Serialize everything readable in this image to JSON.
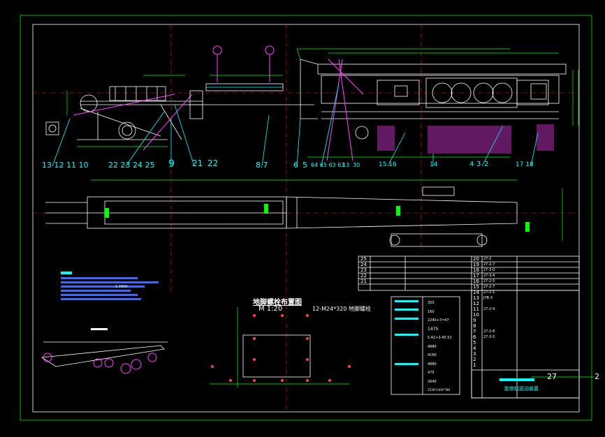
{
  "drawing": {
    "top_labels": [
      "13",
      "12",
      "11",
      "10",
      "22",
      "23",
      "24",
      "25",
      "9",
      "21",
      "22",
      "8",
      "7",
      "6",
      "5",
      "64",
      "65",
      "63",
      "63",
      "13",
      "30",
      "15",
      "16",
      "14",
      "4",
      "3",
      "2",
      "17",
      "18"
    ],
    "top_label_groups": [
      "13 12 11 10",
      "22 23 24 25",
      "9",
      "21",
      "22",
      "8.7",
      "6",
      "5",
      "64 65 63 63",
      "13",
      "30",
      "15 16",
      "14",
      "4",
      "3",
      "2",
      "17 18"
    ],
    "anchor_title": "地脚螺栓布置图",
    "anchor_scale": "M 1:20",
    "anchor_spec": "12-M24*320 地脚螺栓",
    "callout_27": "27",
    "callout_2": "2",
    "title_block_name": "胶带机驱动装置",
    "parts_left": [
      "25",
      "24",
      "23",
      "22",
      "21"
    ],
    "parts_mid": [
      "20",
      "19",
      "18",
      "17",
      "16",
      "15",
      "14",
      "13",
      "12",
      "11",
      "10",
      "9",
      "8",
      "7",
      "6",
      "5",
      "4",
      "3",
      "2",
      "1"
    ],
    "parts_mid_codes": [
      "27-2",
      "27-2-7",
      "27-3-0",
      "27-3-4",
      "27-2-5",
      "27-2-7",
      "27-2-1",
      "JYB-3",
      "",
      "27-2-4",
      "",
      "",
      "",
      "27-2-8",
      "27-3-5",
      "",
      "",
      "",
      "",
      ""
    ],
    "spec_values": [
      "350",
      "160",
      "2240+7=47",
      "1475",
      "5.42+3-45.52",
      "4880",
      "4160",
      "4880",
      "475",
      "2640",
      "2530*1300*786"
    ],
    "notes_lines": [
      "",
      "",
      "",
      "",
      "1.7000",
      "",
      ""
    ]
  },
  "colors": {
    "frame": "#ffffff",
    "dimension": "#00ff00",
    "centerline": "#ff2020",
    "label": "#00ffff",
    "highlight": "#ff44ff",
    "sub": "#3a6bff"
  }
}
